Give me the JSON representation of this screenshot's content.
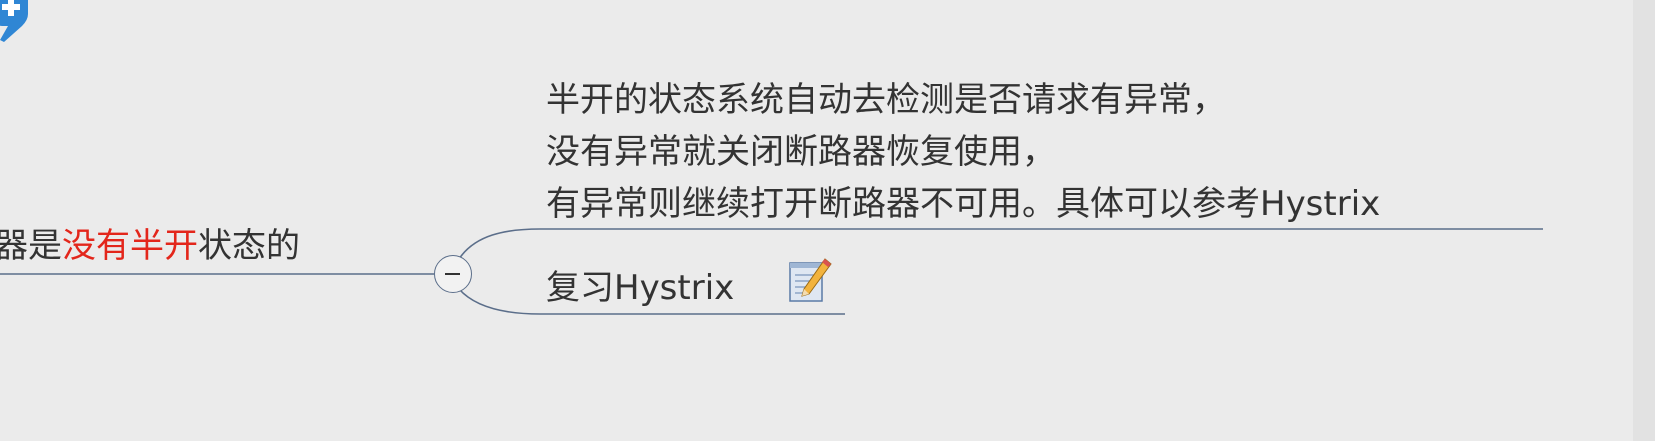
{
  "colors": {
    "background": "#ebebeb",
    "text": "#333333",
    "highlight": "#e3261b",
    "line": "#5b6e8a",
    "badge": "#2f86d4"
  },
  "icons": {
    "corner_badge": "plus-badge-icon",
    "collapse": "minus-circle-icon",
    "note": "notepad-pencil-icon"
  },
  "mindmap": {
    "parent_topic": {
      "prefix": "器是",
      "highlight": "没有半开",
      "suffix": "状态的"
    },
    "note_topic": {
      "lines": [
        "半开的状态系统自动去检测是否请求有异常，",
        "没有异常就关闭断路器恢复使用，",
        "有异常则继续打开断路器不可用。具体可以参考Hystrix"
      ]
    },
    "review_topic": {
      "label": "复习Hystrix"
    }
  }
}
